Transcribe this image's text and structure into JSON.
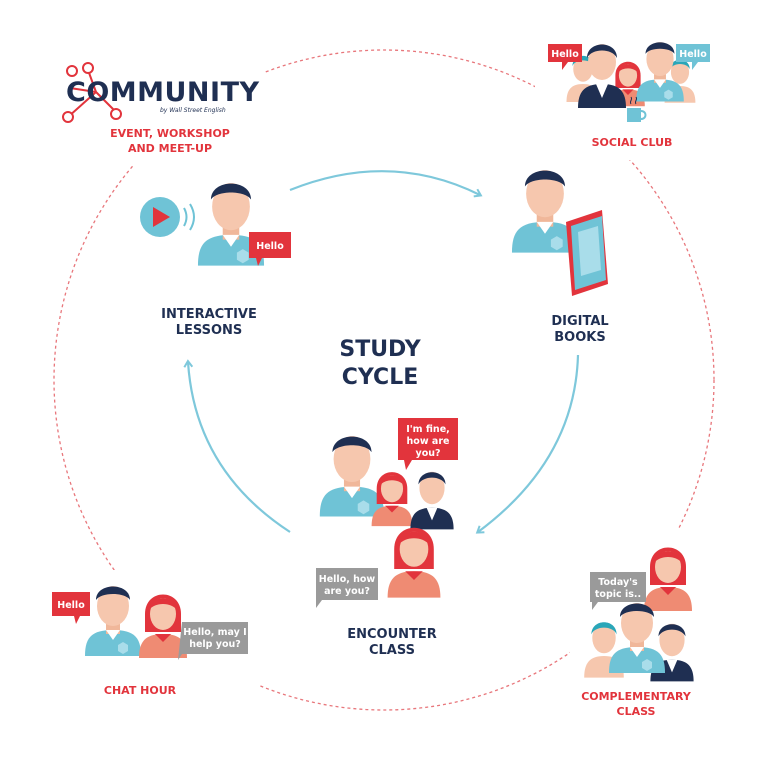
{
  "colors": {
    "navy": "#1f2f52",
    "red": "#e2343c",
    "teal": "#6fc3d6",
    "skin": "#f6c7ae",
    "coral": "#ef8b73",
    "gray": "#9a9a9a",
    "arrow": "#7ec8db",
    "dashed": "#e8767b"
  },
  "community": {
    "logo_text": "COMMUNITY",
    "logo_small": "by Wall Street English",
    "label_line1": "EVENT, WORKSHOP",
    "label_line2": "AND MEET-UP"
  },
  "center": {
    "line1": "STUDY",
    "line2": "CYCLE"
  },
  "nodes": {
    "interactive": {
      "line1": "INTERACTIVE",
      "line2": "LESSONS",
      "bubble": "Hello",
      "icon": "play-icon"
    },
    "digital": {
      "line1": "DIGITAL",
      "line2": "BOOKS",
      "icon": "tablet-icon"
    },
    "encounter": {
      "line1": "ENCOUNTER",
      "line2": "CLASS",
      "bubble_red_1": "I'm fine,",
      "bubble_red_2": "how are",
      "bubble_red_3": "you?",
      "bubble_gray_1": "Hello, how",
      "bubble_gray_2": "are you?"
    },
    "social": {
      "label": "SOCIAL CLUB",
      "bubble_left": "Hello",
      "bubble_right": "Hello",
      "icon": "coffee-cup-icon"
    },
    "chat": {
      "label": "CHAT HOUR",
      "bubble_red": "Hello",
      "bubble_gray_1": "Hello, may I",
      "bubble_gray_2": "help you?"
    },
    "complementary": {
      "line1": "COMPLEMENTARY",
      "line2": "CLASS",
      "bubble_gray_1": "Today's",
      "bubble_gray_2": "topic is.."
    }
  }
}
